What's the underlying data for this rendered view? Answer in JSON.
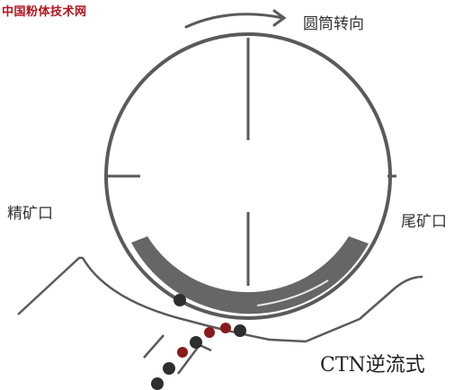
{
  "watermark": {
    "text": "中国粉体技术网",
    "color": "#b3141c"
  },
  "labels": {
    "drum_rotation": "圆筒转向",
    "concentrate_outlet": "精矿口",
    "tailings_outlet": "尾矿口",
    "title": "CTN逆流式"
  },
  "colors": {
    "line": "#5a5a5a",
    "magnet": "#666666",
    "particle_magnetic": "#8b1a1a",
    "particle_nonmagnetic": "#2e2e2e"
  },
  "particles": {
    "sequence": [
      "dark",
      "dark",
      "dark",
      "red",
      "dark",
      "red",
      "red",
      "dark"
    ]
  }
}
